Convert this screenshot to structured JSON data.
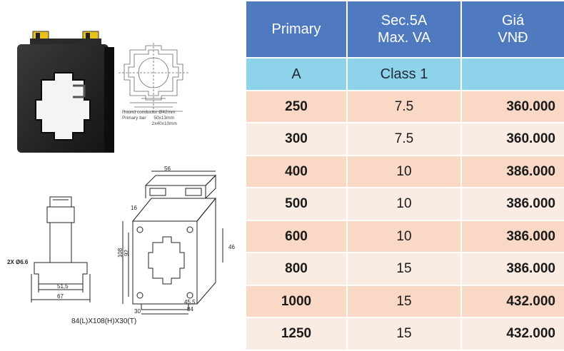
{
  "table": {
    "headers": [
      {
        "line1": "Primary",
        "line2": ""
      },
      {
        "line1": "Sec.5A",
        "line2": "Max. VA"
      },
      {
        "line1": "Giá",
        "line2": "VNĐ"
      }
    ],
    "subheader": [
      "A",
      "Class 1",
      ""
    ],
    "rows": [
      {
        "primary": "250",
        "va": "7.5",
        "price": "360.000"
      },
      {
        "primary": "300",
        "va": "7.5",
        "price": "360.000"
      },
      {
        "primary": "400",
        "va": "10",
        "price": "386.000"
      },
      {
        "primary": "500",
        "va": "10",
        "price": "386.000"
      },
      {
        "primary": "600",
        "va": "10",
        "price": "386.000"
      },
      {
        "primary": "800",
        "va": "15",
        "price": "386.000"
      },
      {
        "primary": "1000",
        "va": "15",
        "price": "432.000"
      },
      {
        "primary": "1250",
        "va": "15",
        "price": "432.000"
      }
    ]
  },
  "drawing": {
    "spec_line1": "Round conductor Ø42mm",
    "spec_line2": "Primary bar      50x13mm",
    "spec_line3": "                       2x40x10mm",
    "side_label_holes": "2X Ø6.6",
    "side_dim_inner": "51,5",
    "side_dim_outer": "67",
    "iso_dim_top": "56",
    "iso_dim_depth": "16",
    "iso_dim_height_outer": "108",
    "iso_dim_height_inner": "92",
    "iso_dim_window": "46",
    "iso_dim_base_inner": "45,5",
    "iso_dim_base_outer": "84",
    "iso_dim_thickness": "30",
    "caption": "84(L)X108(H)X30(T)"
  },
  "colors": {
    "header_bg": "#4f7ac0",
    "subheader_bg": "#8fd3ea",
    "row_dark": "#f9d9c6",
    "row_light": "#fbece3"
  }
}
